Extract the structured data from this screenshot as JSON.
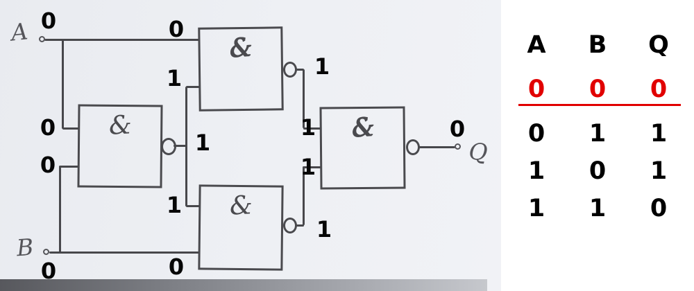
{
  "circuit": {
    "input_a": {
      "label": "A"
    },
    "input_b": {
      "label": "B"
    },
    "output_q": {
      "label": "Q"
    },
    "gates": {
      "nand_middle": {
        "symbol": "&"
      },
      "nand_top": {
        "symbol": "&"
      },
      "nand_bottom": {
        "symbol": "&"
      },
      "nand_right": {
        "symbol": "&"
      }
    },
    "wire_labels": {
      "a_source": "0",
      "a_to_top_gate": "0",
      "a_to_mid_gate": "0",
      "b_to_mid_gate": "0",
      "b_source": "0",
      "b_to_bottom_gate": "0",
      "mid_to_top": "1",
      "mid_out": "1",
      "mid_to_bottom": "1",
      "top_out": "1",
      "bottom_out": "1",
      "right_in1": "1",
      "right_in2": "1",
      "q_value": "0"
    }
  },
  "truth_table": {
    "headers": [
      "A",
      "B",
      "Q"
    ],
    "rows": [
      {
        "a": "0",
        "b": "0",
        "q": "0",
        "highlight": true
      },
      {
        "a": "0",
        "b": "1",
        "q": "1",
        "highlight": false
      },
      {
        "a": "1",
        "b": "0",
        "q": "1",
        "highlight": false
      },
      {
        "a": "1",
        "b": "1",
        "q": "0",
        "highlight": false
      }
    ],
    "highlight_color": "#e10000"
  }
}
